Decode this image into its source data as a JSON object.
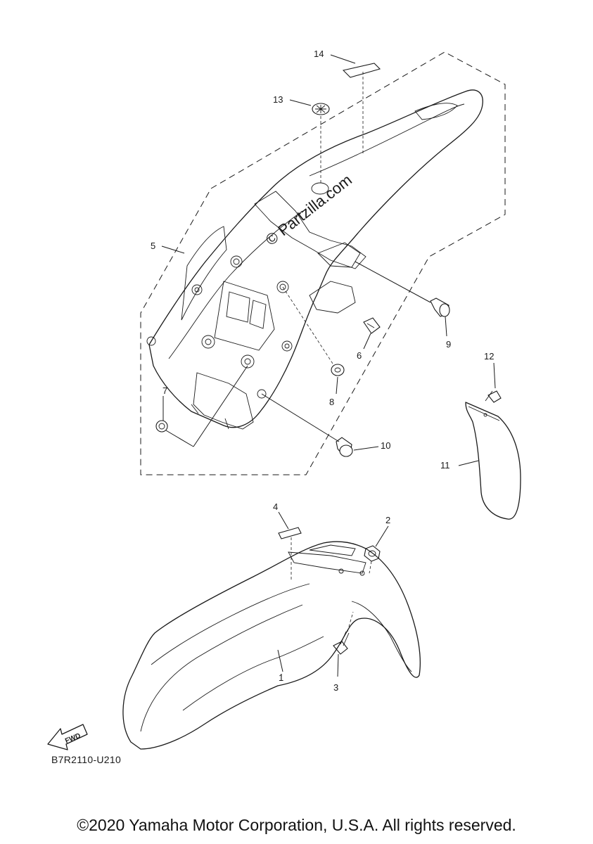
{
  "callouts": {
    "p1": "1",
    "p2": "2",
    "p3": "3",
    "p4": "4",
    "p5": "5",
    "p6": "6",
    "p7": "7",
    "p8": "8",
    "p9": "9",
    "p10": "10",
    "p11": "11",
    "p12": "12",
    "p13": "13",
    "p14": "14"
  },
  "watermark": "© Partzilla.com",
  "fwd_label": "FWD",
  "diagram_code": "B7R2110-U210",
  "copyright": "©2020 Yamaha Motor Corporation, U.S.A. All rights reserved."
}
